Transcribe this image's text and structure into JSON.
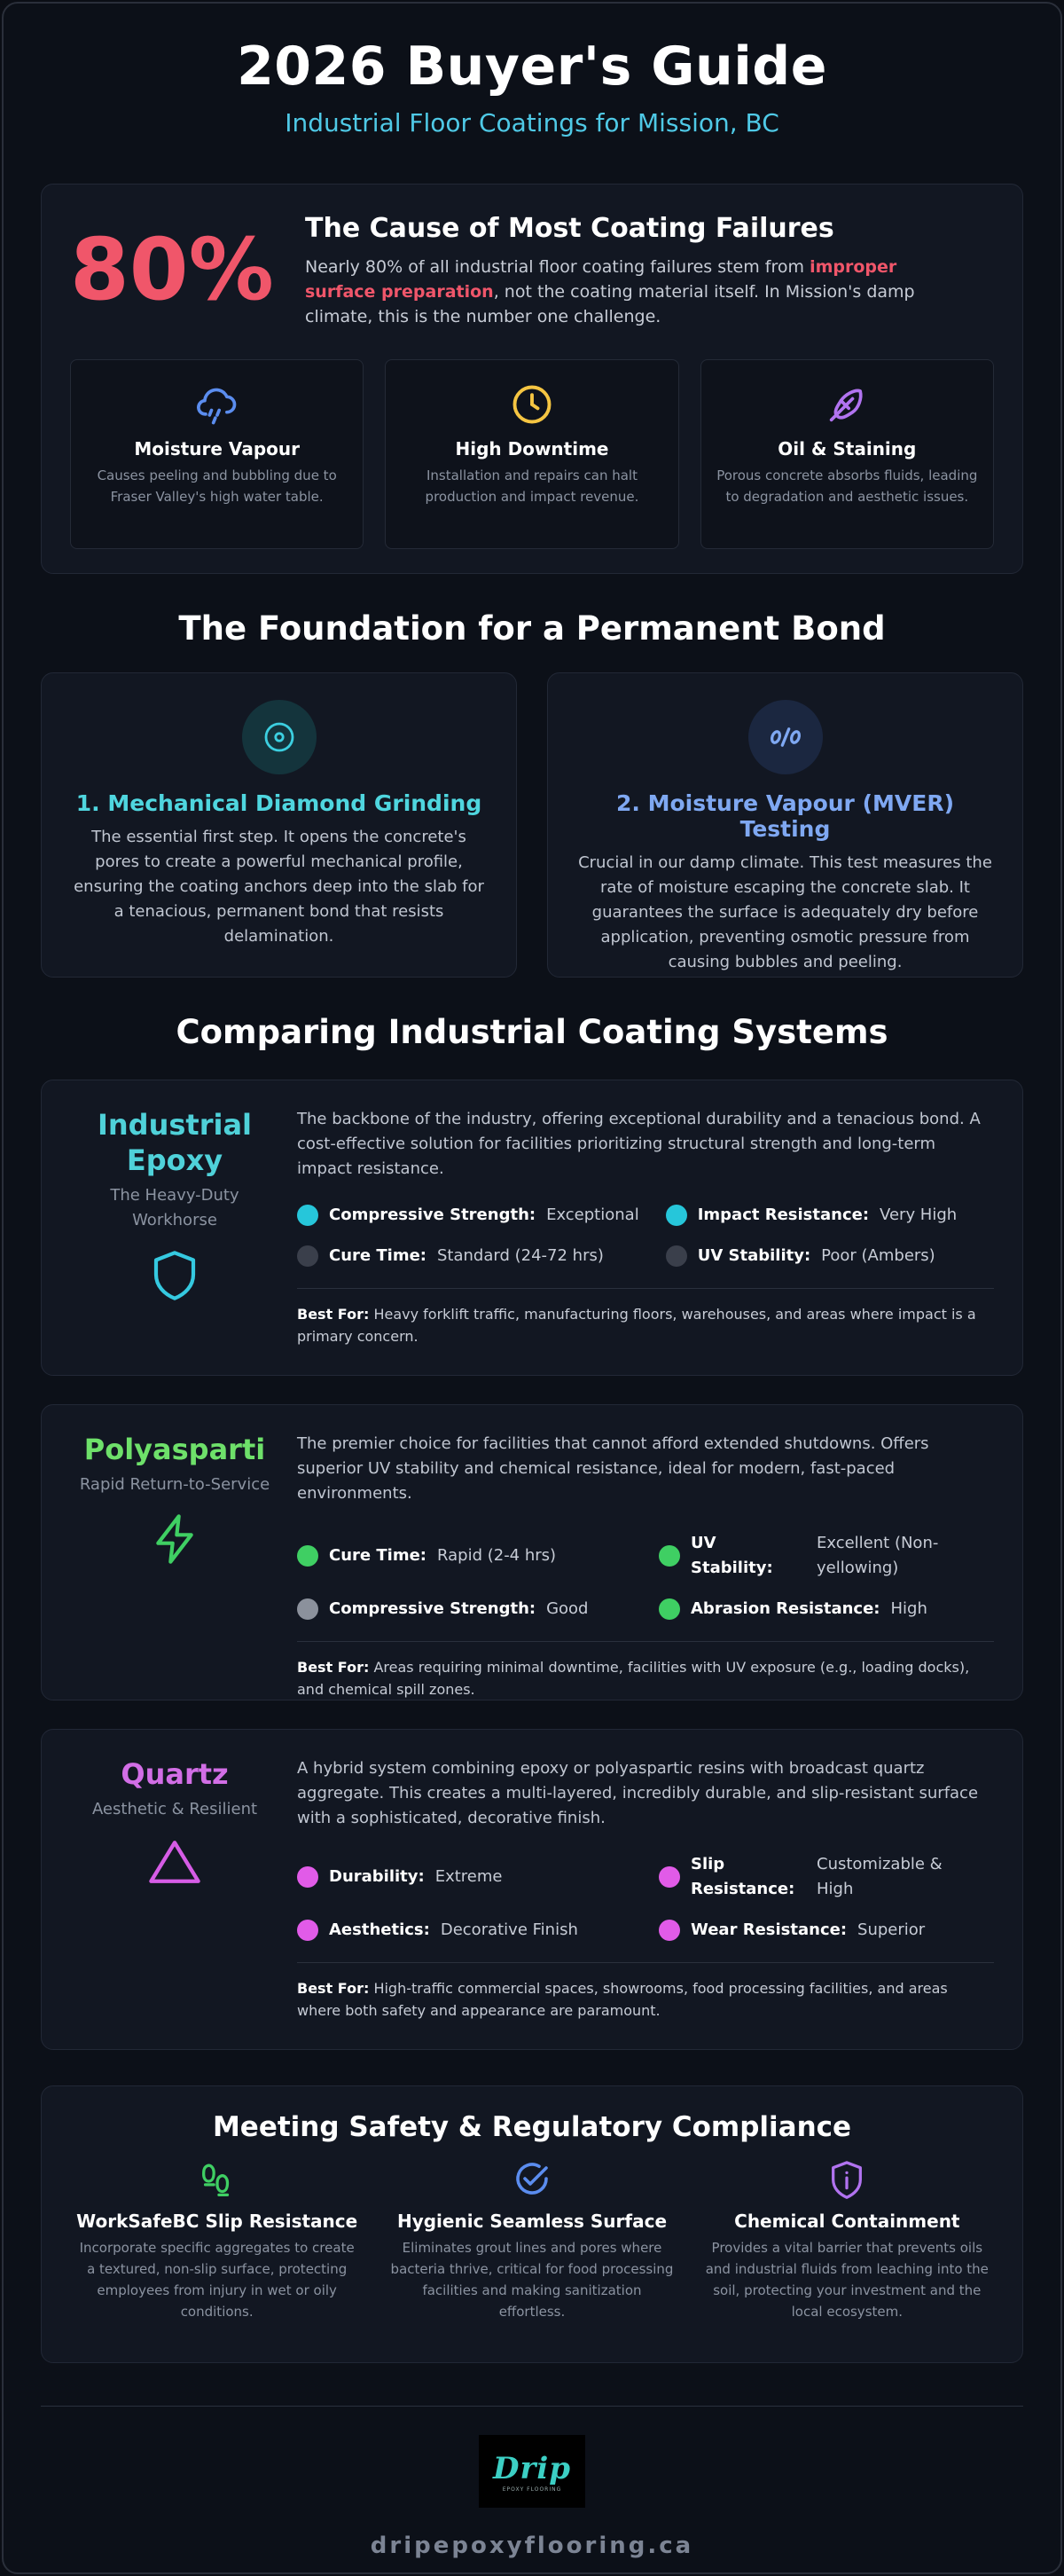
{
  "header": {
    "title": "2026 Buyer's Guide",
    "subtitle": "Industrial Floor Coatings for Mission, BC"
  },
  "cause": {
    "percent": "80%",
    "heading": "The Cause of Most Coating Failures",
    "text_before": "Nearly 80% of all industrial floor coating failures stem from ",
    "text_highlight": "improper surface preparation",
    "text_after": ", not the coating material itself. In Mission's damp climate, this is the number one challenge.",
    "boxes": [
      {
        "icon": "cloud-drizzle-icon",
        "title": "Moisture Vapour",
        "text": "Causes peeling and bubbling due to Fraser Valley's high water table."
      },
      {
        "icon": "clock-icon",
        "title": "High Downtime",
        "text": "Installation and repairs can halt production and impact revenue."
      },
      {
        "icon": "droplet-slash-icon",
        "title": "Oil & Staining",
        "text": "Porous concrete absorbs fluids, leading to degradation and aesthetic issues."
      }
    ]
  },
  "foundation": {
    "heading": "The Foundation for a Permanent Bond",
    "cards": [
      {
        "icon": "disc-icon",
        "title": "1. Mechanical Diamond Grinding",
        "text": "The essential first step. It opens the concrete's pores to create a powerful mechanical profile, ensuring the coating anchors deep into the slab for a tenacious, permanent bond that resists delamination."
      },
      {
        "icon": "percent-icon",
        "title": "2. Moisture Vapour (MVER) Testing",
        "text": "Crucial in our damp climate. This test measures the rate of moisture escaping the concrete slab. It guarantees the surface is adequately dry before application, preventing osmotic pressure from causing bubbles and peeling."
      }
    ]
  },
  "systems": {
    "heading": "Comparing Industrial Coating Systems",
    "items": [
      {
        "name": "Industrial Epoxy",
        "tagline": "The Heavy-Duty Workhorse",
        "icon": "shield-icon",
        "color": "#4fd1d9",
        "desc": "The backbone of the industry, offering exceptional durability and a tenacious bond. A cost-effective solution for facilities prioritizing structural strength and long-term impact resistance.",
        "props": [
          {
            "label": "Compressive Strength:",
            "value": "Exceptional",
            "dot": "#26c6da"
          },
          {
            "label": "Impact Resistance:",
            "value": "Very High",
            "dot": "#26c6da"
          },
          {
            "label": "Cure Time:",
            "value": "Standard (24-72 hrs)",
            "dot": "#3a3f4b"
          },
          {
            "label": "UV Stability:",
            "value": "Poor (Ambers)",
            "dot": "#3a3f4b"
          }
        ],
        "best_label": "Best For:",
        "best": "Heavy forklift traffic, manufacturing floors, warehouses, and areas where impact is a primary concern."
      },
      {
        "name": "Polyasparti",
        "tagline": "Rapid Return-to-Service",
        "icon": "lightning-icon",
        "color": "#6ee06a",
        "desc": "The premier choice for facilities that cannot afford extended shutdowns. Offers superior UV stability and chemical resistance, ideal for modern, fast-paced environments.",
        "props": [
          {
            "label": "Cure Time:",
            "value": "Rapid (2-4 hrs)",
            "dot": "#3fcf63"
          },
          {
            "label": "UV Stability:",
            "value": "Excellent (Non-yellowing)",
            "dot": "#3fcf63"
          },
          {
            "label": "Compressive Strength:",
            "value": "Good",
            "dot": "#8b919c"
          },
          {
            "label": "Abrasion Resistance:",
            "value": "High",
            "dot": "#3fcf63"
          }
        ],
        "best_label": "Best For:",
        "best": "Areas requiring minimal downtime, facilities with UV exposure (e.g., loading docks), and chemical spill zones."
      },
      {
        "name": "Quartz",
        "tagline": "Aesthetic & Resilient",
        "icon": "triangle-icon",
        "color": "#d26ee6",
        "desc": "A hybrid system combining epoxy or polyaspartic resins with broadcast quartz aggregate. This creates a multi-layered, incredibly durable, and slip-resistant surface with a sophisticated, decorative finish.",
        "props": [
          {
            "label": "Durability:",
            "value": "Extreme",
            "dot": "#e15be8"
          },
          {
            "label": "Slip Resistance:",
            "value": "Customizable & High",
            "dot": "#e15be8"
          },
          {
            "label": "Aesthetics:",
            "value": "Decorative Finish",
            "dot": "#e15be8"
          },
          {
            "label": "Wear Resistance:",
            "value": "Superior",
            "dot": "#e15be8"
          }
        ],
        "best_label": "Best For:",
        "best": "High-traffic commercial spaces, showrooms, food processing facilities, and areas where both safety and appearance are paramount."
      }
    ]
  },
  "safety": {
    "heading": "Meeting Safety & Regulatory Compliance",
    "items": [
      {
        "icon": "footprint-icon",
        "title": "WorkSafeBC Slip Resistance",
        "text": "Incorporate specific aggregates to create a textured, non-slip surface, protecting employees from injury in wet or oily conditions."
      },
      {
        "icon": "check-badge-icon",
        "title": "Hygienic Seamless Surface",
        "text": "Eliminates grout lines and pores where bacteria thrive, critical for food processing facilities and making sanitization effortless."
      },
      {
        "icon": "shield-info-icon",
        "title": "Chemical Containment",
        "text": "Provides a vital barrier that prevents oils and industrial fluids from leaching into the soil, protecting your investment and the local ecosystem."
      }
    ]
  },
  "footer": {
    "logo_text": "Drip",
    "logo_sub": "EPOXY FLOORING",
    "site": "dripepoxyflooring.ca"
  }
}
